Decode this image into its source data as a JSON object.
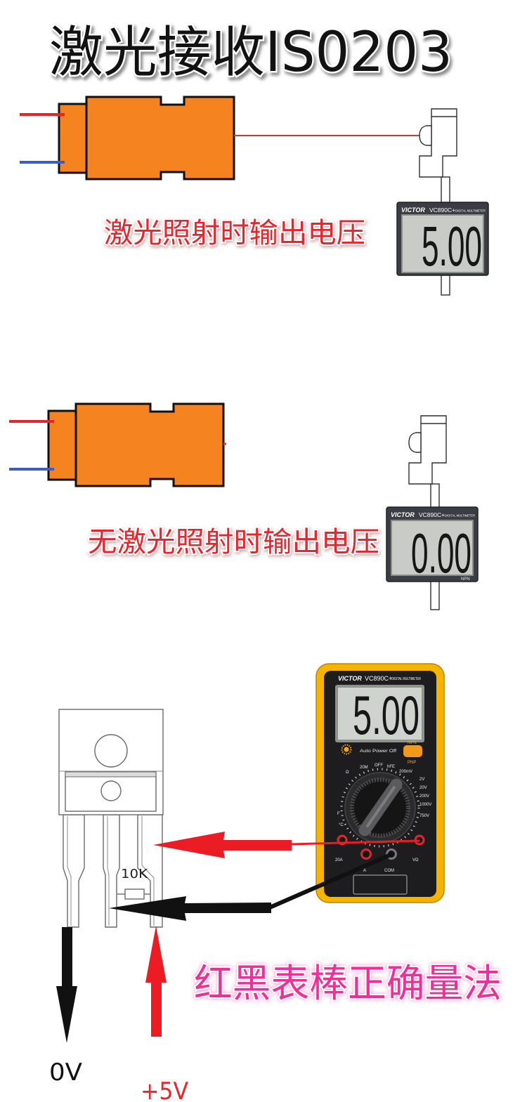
{
  "title": "激光接收IS0203",
  "colors": {
    "module_orange": "#f5831f",
    "wire_red": "#e4262c",
    "wire_blue": "#3d5bc9",
    "laser_beam": "#e0312f",
    "caption_red": "#e8242c",
    "caption_pink": "#ee2f97",
    "probe_red": "#ec1c24",
    "probe_black": "#111111",
    "supply_red": "#e8262d",
    "meter_yellow": "#f6b400"
  },
  "laser_on": {
    "caption": "激光照射时输出电压",
    "meter": {
      "brand": "VICTOR",
      "model": "VC890C+",
      "subtitle": "DIGITAL MULTIMETER",
      "reading": "5.00"
    }
  },
  "laser_off": {
    "caption": "无激光照射时输出电压",
    "meter": {
      "brand": "VICTOR",
      "model": "VC890C+",
      "subtitle": "DIGITAL MULTIMETER",
      "reading": "0.00",
      "hfe_label": "NPN"
    }
  },
  "measurement": {
    "caption": "红黑表棒正确量法",
    "resistor_label": "10K",
    "ground_label": "0V",
    "supply_label": "+5V",
    "meter": {
      "brand": "VICTOR",
      "model": "VC890C+",
      "subtitle": "DIGITAL MULTIMETER",
      "reading": "5.00",
      "auto_power_off": "Auto Power Off",
      "npn_label": "NPN",
      "pnp_label": "PNP",
      "dial_labels": [
        "Ω",
        "20M",
        "OFF",
        "hFE",
        "200mV",
        "2V",
        "20V",
        "200V",
        "1000V",
        "750V",
        "F",
        "°C"
      ],
      "jack_labels": {
        "amp_20": "20A",
        "amp": "A",
        "com": "COM",
        "volt_ohm": "VΩ"
      },
      "icons": {
        "backlight": "backlight-icon"
      }
    }
  }
}
